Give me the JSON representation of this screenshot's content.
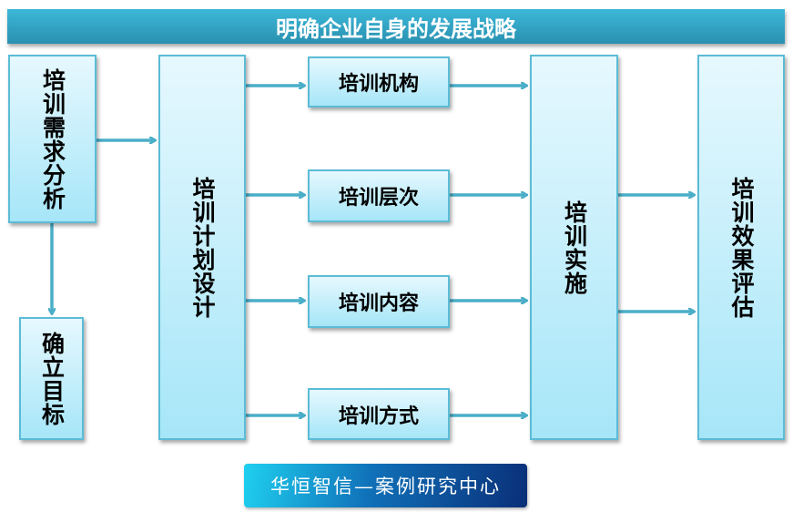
{
  "header": {
    "title": "明确企业自身的发展战略"
  },
  "nodes": {
    "needs": "培训需求分析",
    "goal": "确立目标",
    "plan": "培训计划设计",
    "institution": "培训机构",
    "level": "培训层次",
    "content": "培训内容",
    "method": "培训方式",
    "implement": "培训实施",
    "evaluate": "培训效果评估"
  },
  "footer": {
    "label": "华恒智信—案例研究中心"
  },
  "colors": {
    "arrow": "#4aaec8",
    "box_border": "#5bbcd6",
    "header": "#2f9fc2"
  }
}
